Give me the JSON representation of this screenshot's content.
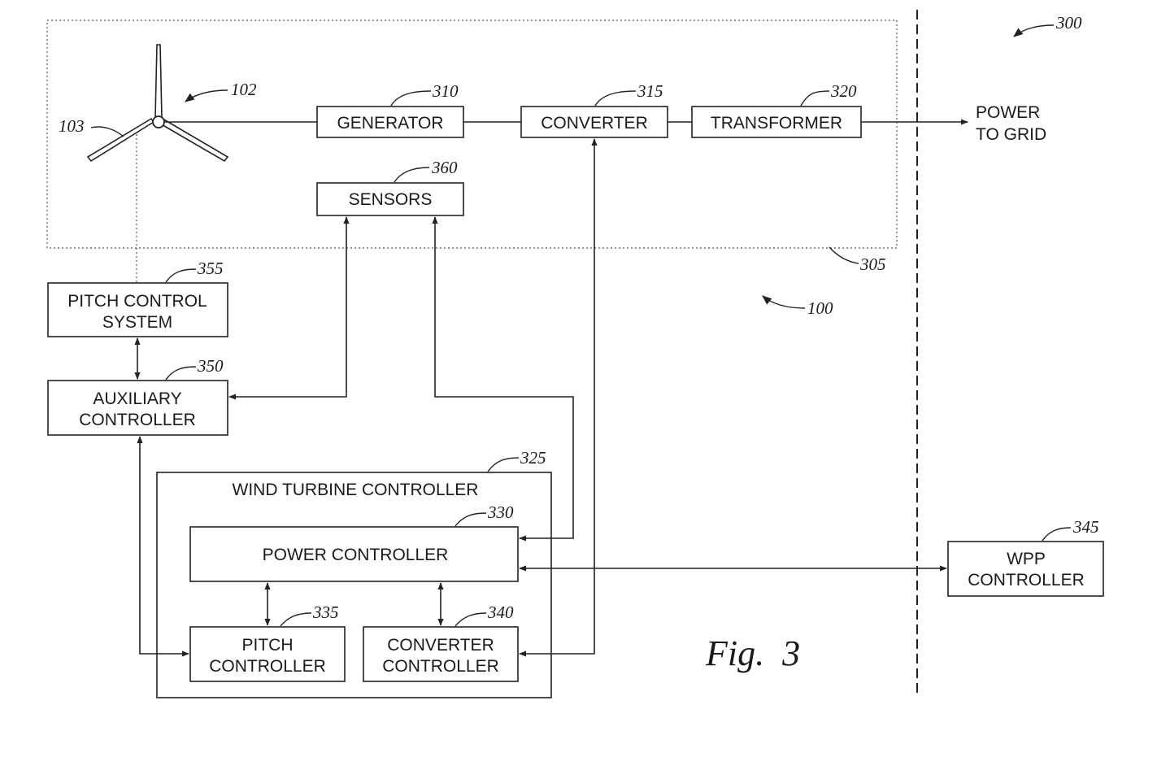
{
  "colors": {
    "ink": "#222222",
    "background": "#ffffff"
  },
  "blocks": {
    "generator": "GENERATOR",
    "converter": "CONVERTER",
    "transformer": "TRANSFORMER",
    "sensors": "SENSORS",
    "pitch_control_system": [
      "PITCH CONTROL",
      "SYSTEM"
    ],
    "auxiliary_controller": [
      "AUXILIARY",
      "CONTROLLER"
    ],
    "wind_turbine_controller": "WIND TURBINE CONTROLLER",
    "power_controller": "POWER CONTROLLER",
    "pitch_controller": [
      "PITCH",
      "CONTROLLER"
    ],
    "converter_controller": [
      "CONVERTER",
      "CONTROLLER"
    ],
    "wpp_controller": [
      "WPP",
      "CONTROLLER"
    ],
    "power_to_grid": [
      "POWER",
      "TO GRID"
    ]
  },
  "refs": {
    "system": "300",
    "turbine": "102",
    "rotor": "103",
    "generator": "310",
    "converter": "315",
    "transformer": "320",
    "sensors": "360",
    "nacelle": "305",
    "pitch_control_system": "355",
    "overall": "100",
    "auxiliary_controller": "350",
    "wind_turbine_controller": "325",
    "power_controller": "330",
    "pitch_controller": "335",
    "converter_controller": "340",
    "wpp_controller": "345"
  },
  "figure_label": "Fig.  3"
}
